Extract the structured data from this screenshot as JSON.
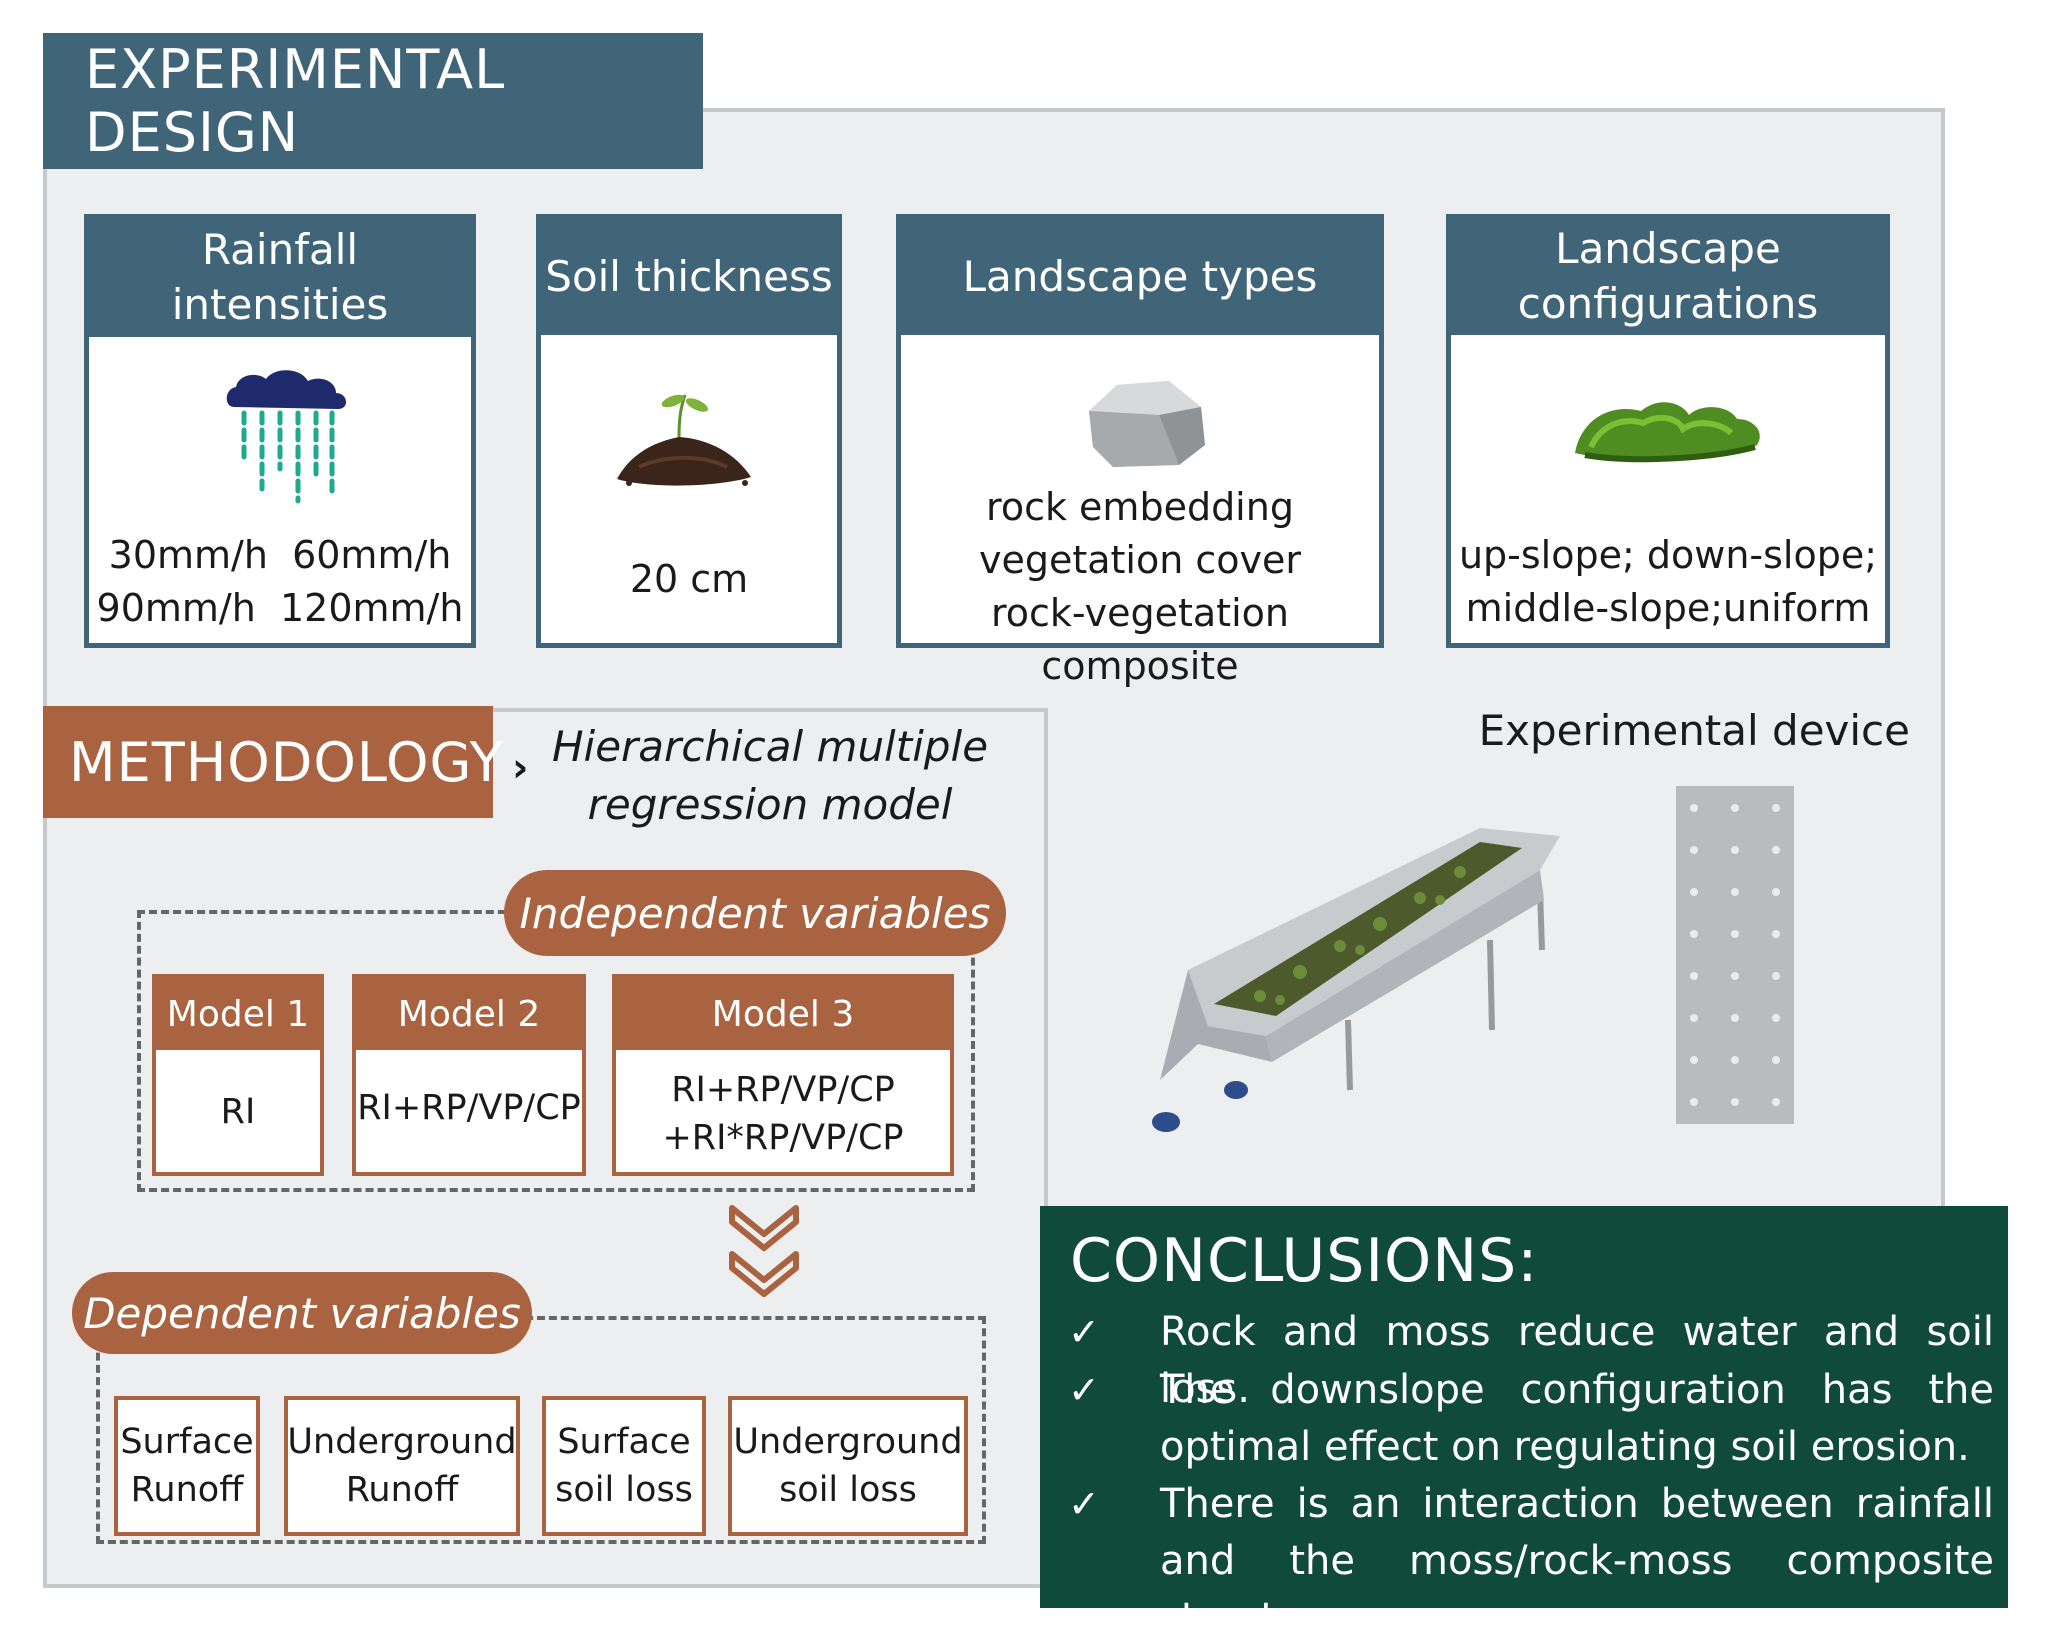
{
  "experimental_design": {
    "title": "EXPERIMENTAL DESIGN",
    "cards": [
      {
        "title": "Rainfall intensities",
        "lines": [
          "30mm/h  60mm/h",
          "90mm/h  120mm/h"
        ]
      },
      {
        "title": "Soil thickness",
        "lines": [
          "20 cm"
        ]
      },
      {
        "title": "Landscape types",
        "lines": [
          "rock embedding",
          "vegetation cover",
          "rock-vegetation composite"
        ]
      },
      {
        "title": "Landscape configurations",
        "lines": [
          "up-slope; down-slope;",
          "middle-slope;uniform"
        ]
      }
    ],
    "device_label": "Experimental device"
  },
  "methodology": {
    "title": "METHODOLOGY",
    "model_type": "Hierarchical multiple regression model",
    "independent_label": "Independent variables",
    "models": [
      {
        "name": "Model 1",
        "lines": [
          "RI"
        ]
      },
      {
        "name": "Model 2",
        "lines": [
          "RI+RP/VP/CP"
        ]
      },
      {
        "name": "Model 3",
        "lines": [
          "RI+RP/VP/CP",
          "+RI*RP/VP/CP"
        ]
      }
    ],
    "dependent_label": "Dependent variables",
    "dependents": [
      {
        "lines": [
          "Surface",
          "Runoff"
        ]
      },
      {
        "lines": [
          "Underground",
          "Runoff"
        ]
      },
      {
        "lines": [
          "Surface",
          "soil loss"
        ]
      },
      {
        "lines": [
          "Underground",
          "soil loss"
        ]
      }
    ]
  },
  "conclusions": {
    "title": "CONCLUSIONS:",
    "items": [
      "Rock and moss reduce water and soil loss.",
      "The downslope configuration has the optimal effect on regulating soil erosion.",
      "There is an interaction between rainfall and the moss/rock-moss composite structure."
    ]
  },
  "colors": {
    "design_blue": "#416578",
    "method_brown": "#a96340",
    "conclusion_green": "#0f4a3a",
    "rain_dark": "#1e2a6b",
    "rain_teal": "#1fa98e"
  },
  "icons": [
    "rain-cloud-icon",
    "soil-seedling-icon",
    "rock-icon",
    "moss-icon",
    "check-icon",
    "chevron-right-icon",
    "double-chevron-down-icon"
  ]
}
